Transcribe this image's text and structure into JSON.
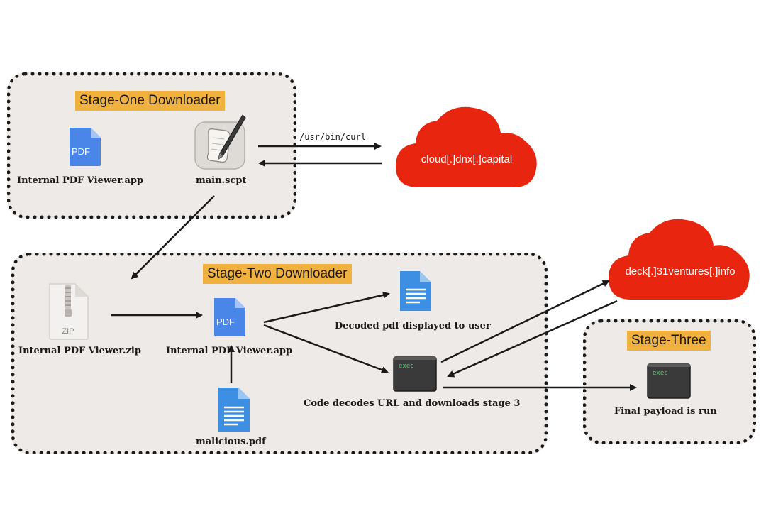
{
  "stage_one": {
    "title": "Stage-One Downloader",
    "pdf_app_label": "Internal PDF Viewer.app",
    "script_label": "main.scpt",
    "pdf_icon_text": "PDF"
  },
  "stage_two": {
    "title": "Stage-Two Downloader",
    "zip_label": "Internal PDF Viewer.zip",
    "zip_icon_text": "ZIP",
    "pdf_app_label": "Internal PDF Viewer.app",
    "pdf_icon_text": "PDF",
    "malicious_label": "malicious.pdf",
    "decoded_label": "Decoded pdf displayed to user",
    "code_label": "Code decodes URL and downloads stage 3",
    "exec_text": "exec"
  },
  "stage_three": {
    "title": "Stage-Three",
    "payload_label": "Final payload is run",
    "exec_text": "exec"
  },
  "clouds": {
    "cloud_one": "cloud[.]dnx[.]capital",
    "cloud_two": "deck[.]31ventures[.]info"
  },
  "curl_label": "/usr/bin/curl",
  "colors": {
    "stage_bg": "#eeeae8",
    "title_bg": "#f0b13e",
    "cloud_red": "#e8250f",
    "pdf_blue": "#4a86e8",
    "doc_blue": "#3d8fe3",
    "terminal": "#3a3a3a"
  }
}
